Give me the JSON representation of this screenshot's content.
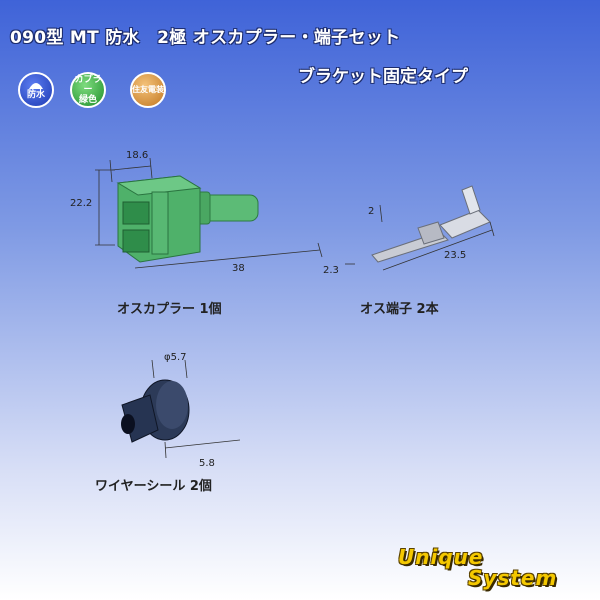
{
  "header": {
    "title": "090型 MT 防水　2極 オスカプラー・端子セット",
    "subtitle": "ブラケット固定タイプ"
  },
  "badges": {
    "waterproof_label": "防水",
    "color_line1": "カプラー",
    "color_line2": "緑色",
    "maker_label": "住友電装"
  },
  "coupler": {
    "caption": "オスカプラー 1個",
    "dim_width": "18.6",
    "dim_height": "22.2",
    "dim_length": "38",
    "color": "#4fb16a"
  },
  "terminal": {
    "caption": "オス端子 2本",
    "dim_a": "2",
    "dim_b": "2.3",
    "dim_length": "23.5"
  },
  "seal": {
    "caption": "ワイヤーシール 2個",
    "dim_diameter": "φ5.7",
    "dim_length": "5.8",
    "color": "#1e2a44"
  },
  "logo": {
    "line1": "Unique",
    "line2": "System"
  }
}
